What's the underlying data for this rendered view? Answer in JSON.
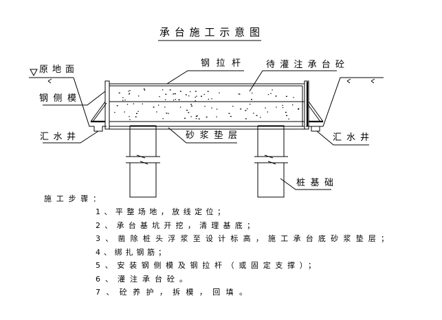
{
  "title": "承台施工示意图",
  "labels": {
    "original_ground": "原地面",
    "steel_side_form": "钢侧模",
    "sump_left": "汇水井",
    "sump_right": "汇水井",
    "steel_tie_rod": "钢拉杆",
    "concrete_to_pour": "待灌注承台砼",
    "mortar_cushion": "砂浆垫层",
    "pile_foundation": "桩基础"
  },
  "steps": {
    "heading": "施工步骤：",
    "items": [
      "1、平整场地，放线定位；",
      "2、承台基坑开挖，清理基底；",
      "3、凿除桩头浮浆至设计标高，施工承台底砂浆垫层；",
      "4、绑扎钢筋；",
      "5、安装钢侧模及钢拉杆（或固定支撑）；",
      "6、灌注承台砼。",
      "7、砼养护，拆模，回填。"
    ]
  },
  "colors": {
    "line": "#000000",
    "background": "#ffffff"
  }
}
